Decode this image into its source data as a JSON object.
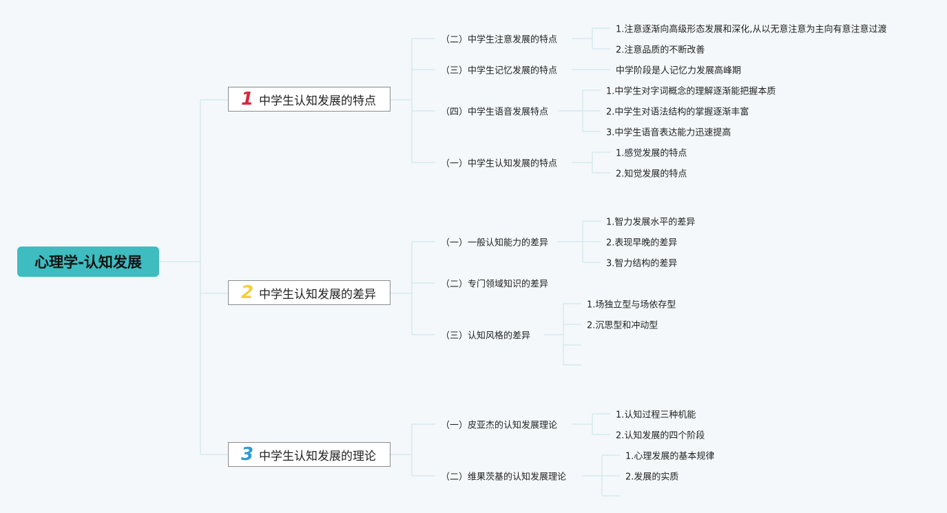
{
  "root": {
    "label": "心理学-认知发展"
  },
  "branches": [
    {
      "num": "1",
      "num_color": "#d6283c",
      "label": "中学生认知发展的特点",
      "children": [
        {
          "label": "（二）中学生注意发展的特点",
          "leaves": [
            "1.注意逐渐向高级形态发展和深化,从以无意注意为主向有意注意过渡",
            "2.注意品质的不断改善"
          ]
        },
        {
          "label": "（三）中学生记忆发展的特点",
          "leaves": [
            "中学阶段是人记忆力发展高峰期"
          ]
        },
        {
          "label": "（四）中学生语音发展特点",
          "leaves": [
            "1.中学生对字词概念的理解逐渐能把握本质",
            "2.中学生对语法结构的掌握逐渐丰富",
            "3.中学生语音表达能力迅速提高"
          ]
        },
        {
          "label": "（一）中学生认知发展的特点",
          "leaves": [
            "1.感觉发展的特点",
            "2.知觉发展的特点"
          ]
        }
      ]
    },
    {
      "num": "2",
      "num_color": "#f2cf3b",
      "label": "中学生认知发展的差异",
      "children": [
        {
          "label": "（一）一般认知能力的差异",
          "leaves": [
            "1.智力发展水平的差异",
            "2.表现早晚的差异",
            "3.智力结构的差异"
          ]
        },
        {
          "label": "（二）专门领域知识的差异",
          "leaves": []
        },
        {
          "label": "（三）认知风格的差异",
          "leaves": [
            "1.场独立型与场依存型",
            "2.沉思型和冲动型",
            "",
            ""
          ]
        }
      ]
    },
    {
      "num": "3",
      "num_color": "#2f9bd6",
      "label": "中学生认知发展的理论",
      "children": [
        {
          "label": "（一）皮亚杰的认知发展理论",
          "leaves": [
            "1.认知过程三种机能",
            "2.认知发展的四个阶段"
          ]
        },
        {
          "label": "（二）维果茨基的认知发展理论",
          "leaves": [
            "1.心理发展的基本规律",
            "2.发展的实质",
            ""
          ]
        }
      ]
    }
  ]
}
